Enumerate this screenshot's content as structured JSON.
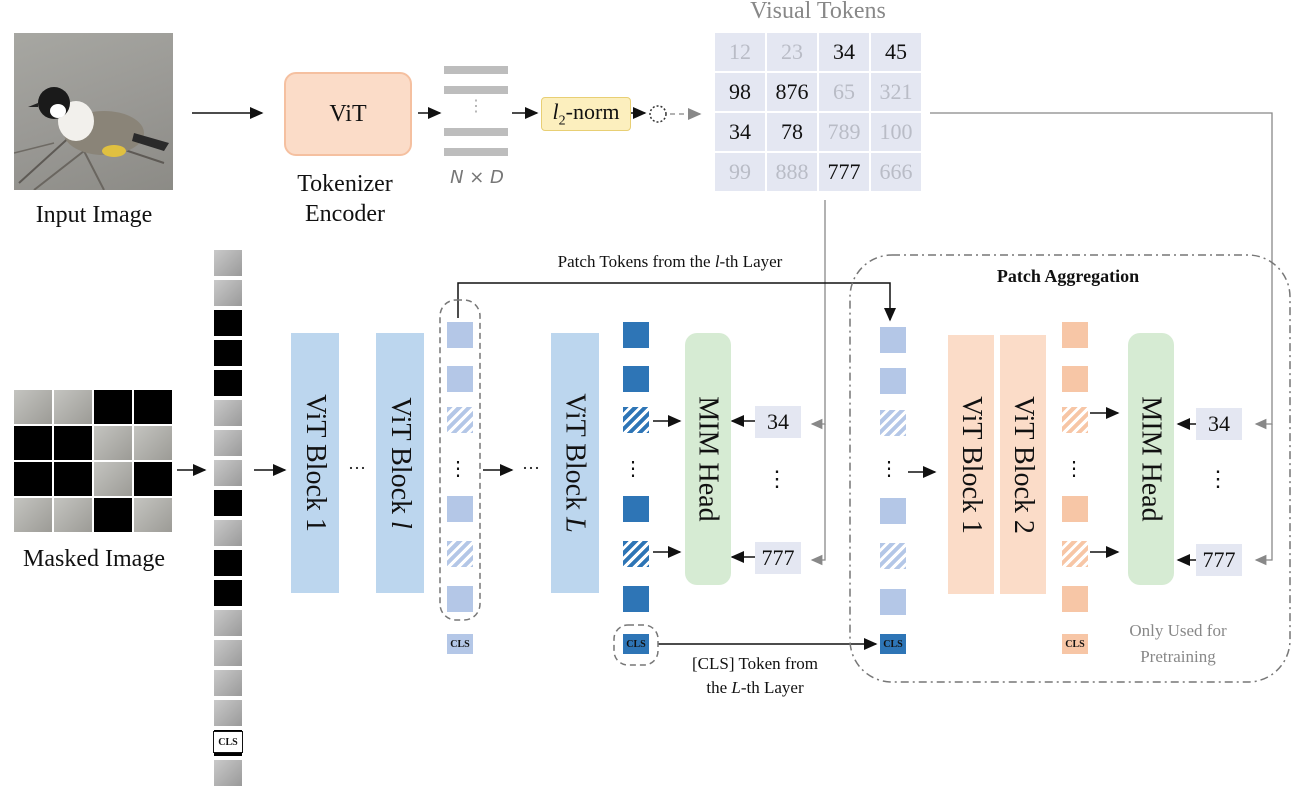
{
  "input_image_label": "Input Image",
  "tokenizer": {
    "box_label": "ViT",
    "caption_line1": "Tokenizer",
    "caption_line2": "Encoder"
  },
  "nd_label": "N × D",
  "vertical_dots": "⋮",
  "horizontal_dots": "···",
  "norm_label_l": "l",
  "norm_label_sub": "2",
  "norm_label_rest": "-norm",
  "visual_tokens": {
    "title": "Visual Tokens",
    "cells": [
      {
        "v": "12",
        "on": false
      },
      {
        "v": "23",
        "on": false
      },
      {
        "v": "34",
        "on": true
      },
      {
        "v": "45",
        "on": true
      },
      {
        "v": "98",
        "on": true
      },
      {
        "v": "876",
        "on": true
      },
      {
        "v": "65",
        "on": false
      },
      {
        "v": "321",
        "on": false
      },
      {
        "v": "34",
        "on": true
      },
      {
        "v": "78",
        "on": true
      },
      {
        "v": "789",
        "on": false
      },
      {
        "v": "100",
        "on": false
      },
      {
        "v": "99",
        "on": false
      },
      {
        "v": "888",
        "on": false
      },
      {
        "v": "777",
        "on": true
      },
      {
        "v": "666",
        "on": false
      }
    ]
  },
  "masked_image_label": "Masked Image",
  "cls": "CLS",
  "blocks": {
    "vit1": "ViT Block 1",
    "vitl_prefix": "ViT Block ",
    "vitl_var": "l",
    "vitL_prefix": "ViT Block ",
    "vitL_var": "L",
    "mim": "MIM Head",
    "agg_vit1": "ViT Block 1",
    "agg_vit2": "ViT Block 2",
    "agg_mim": "MIM Head"
  },
  "patch_tokens_label": {
    "prefix": "Patch Tokens from the ",
    "var": "l",
    "suffix": "-th Layer"
  },
  "cls_token_label": {
    "line1": "[CLS] Token from",
    "line2_prefix": "the ",
    "line2_var": "L",
    "line2_suffix": "-th Layer"
  },
  "patch_aggregation_title": "Patch Aggregation",
  "only_used_line1": "Only Used for",
  "only_used_line2": "Pretraining",
  "targets": {
    "top": "34",
    "bottom": "777"
  },
  "colors": {
    "light_blue": "#b4c7e7",
    "dark_blue": "#2e75b6",
    "peach": "#f7c6a6",
    "vit_blue": "#bcd6ee",
    "mim_green": "#d6ebd3",
    "norm_yellow": "#fcefbe"
  }
}
